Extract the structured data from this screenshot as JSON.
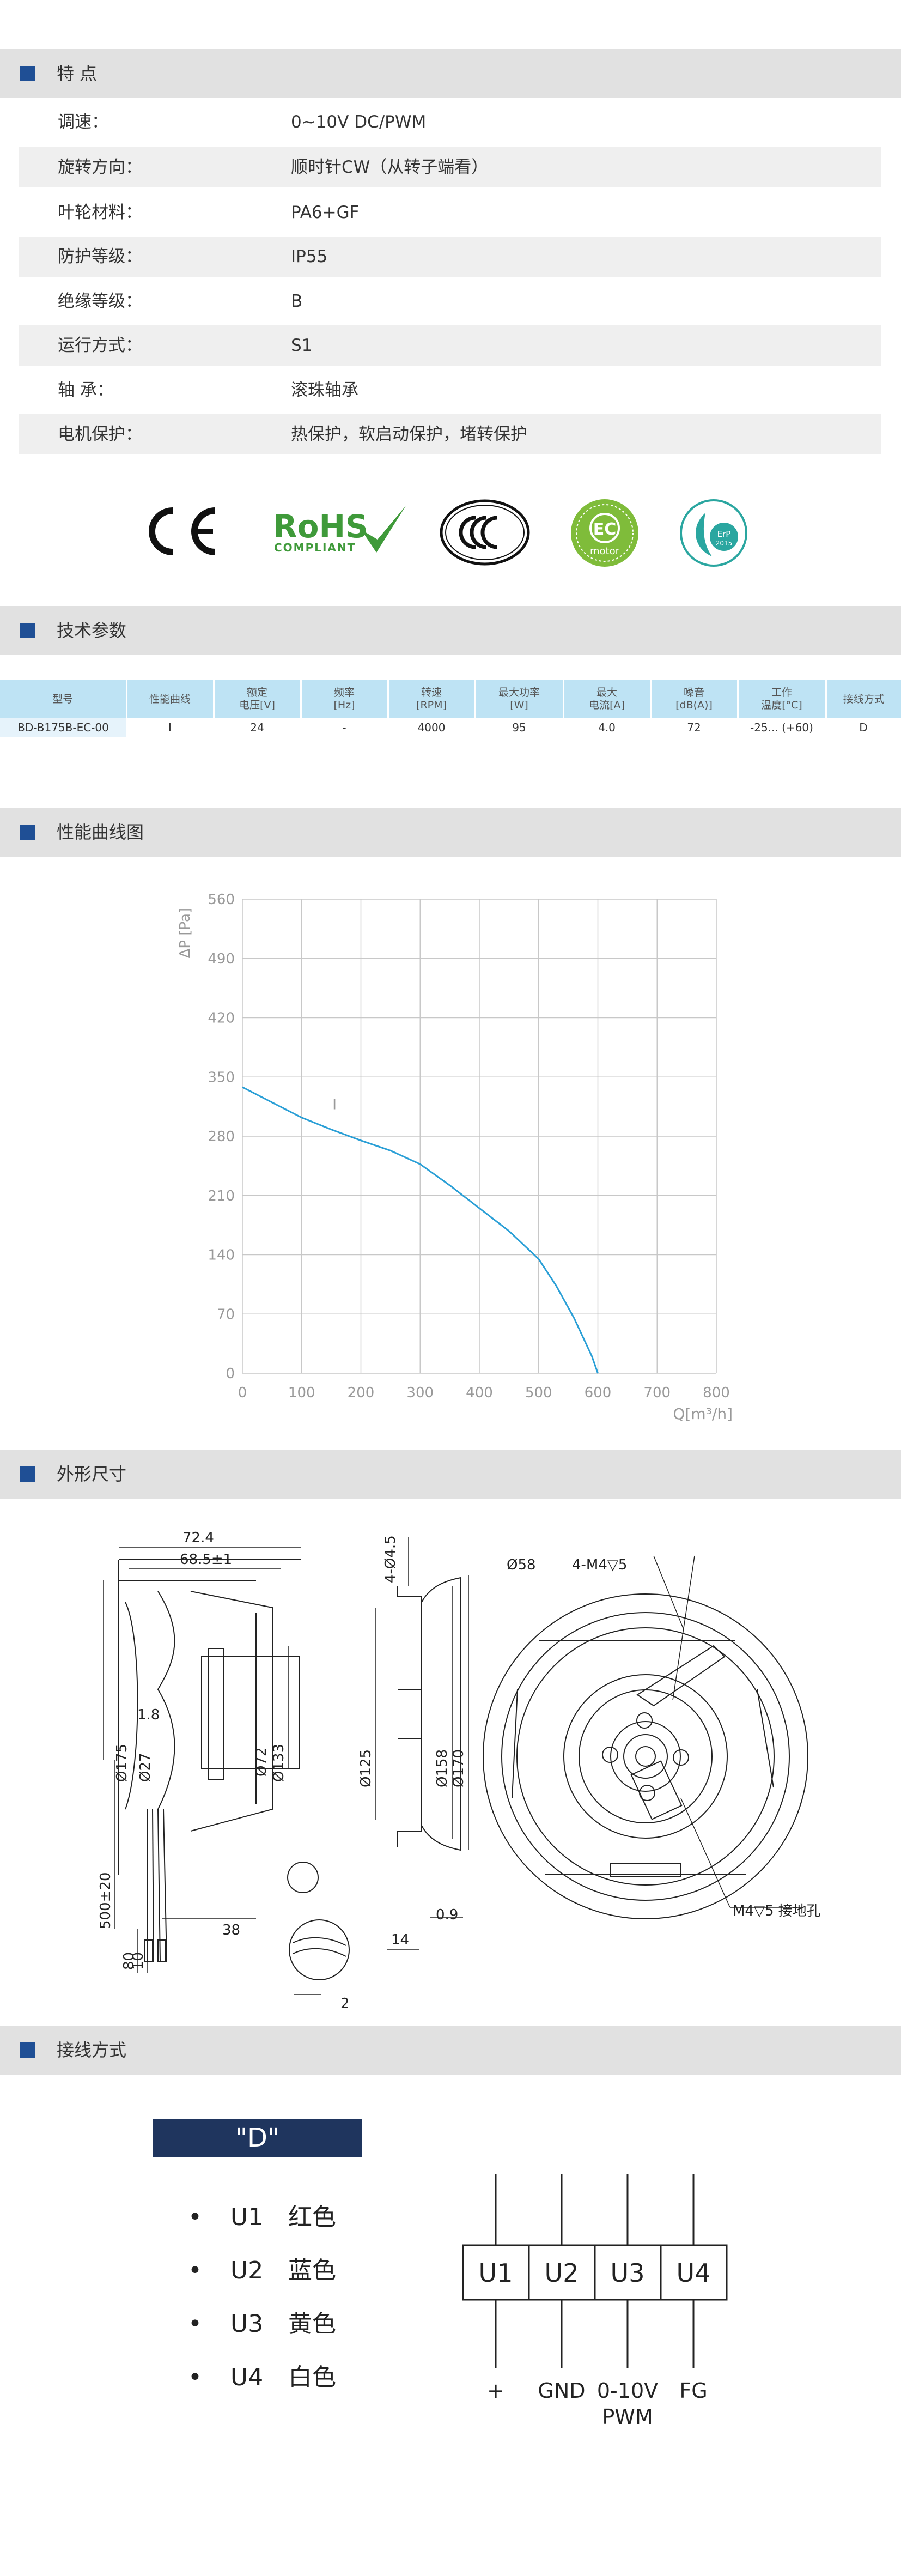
{
  "sections": {
    "features": "特 点",
    "tech": "技术参数",
    "curve": "性能曲线图",
    "dims": "外形尺寸",
    "wiring": "接线方式"
  },
  "features": [
    {
      "label": "调速：",
      "value": "0~10V DC/PWM"
    },
    {
      "label": "旋转方向：",
      "value": "顺时针CW（从转子端看）"
    },
    {
      "label": "叶轮材料：",
      "value": "PA6+GF"
    },
    {
      "label": "防护等级：",
      "value": "IP55"
    },
    {
      "label": "绝缘等级：",
      "value": "B"
    },
    {
      "label": "运行方式：",
      "value": "S1"
    },
    {
      "label": "轴 承：",
      "value": "滚珠轴承"
    },
    {
      "label": "电机保护：",
      "value": "热保护，软启动保护，堵转保护"
    }
  ],
  "certifications": {
    "ce": "CE",
    "rohs": "RoHS",
    "rohs_sub": "COMPLIANT",
    "ccc": "CCC",
    "ec": "EC",
    "ec_sub": "motor",
    "erp": "ErP",
    "erp_year": "2015"
  },
  "spec_table": {
    "headers": [
      [
        "型号"
      ],
      [
        "性能曲线"
      ],
      [
        "额定",
        "电压[V]"
      ],
      [
        "频率",
        "[Hz]"
      ],
      [
        "转速",
        "[RPM]"
      ],
      [
        "最大功率",
        "[W]"
      ],
      [
        "最大",
        "电流[A]"
      ],
      [
        "噪音",
        "[dB(A)]"
      ],
      [
        "工作",
        "温度[°C]"
      ],
      [
        "接线方式"
      ]
    ],
    "row": [
      "BD-B175B-EC-00",
      "I",
      "24",
      "-",
      "4000",
      "95",
      "4.0",
      "72",
      "-25... (+60)",
      "D"
    ]
  },
  "chart_data": {
    "type": "line",
    "title": "",
    "xlabel": "Q[m³/h]",
    "ylabel": "ΔP [Pa]",
    "xlim": [
      0,
      800
    ],
    "ylim": [
      0,
      560
    ],
    "x_ticks": [
      "0",
      "100",
      "200",
      "300",
      "400",
      "500",
      "600",
      "700",
      "800"
    ],
    "y_ticks": [
      "0",
      "70",
      "140",
      "210",
      "280",
      "350",
      "420",
      "490",
      "560"
    ],
    "grid": true,
    "curve_label": "I",
    "series": [
      {
        "color": "#2a9fd6",
        "x": [
          0,
          50,
          100,
          150,
          200,
          250,
          300,
          350,
          400,
          450,
          500,
          530,
          560,
          590,
          600
        ],
        "y": [
          338,
          320,
          302,
          288,
          275,
          263,
          247,
          222,
          195,
          168,
          135,
          103,
          65,
          20,
          0
        ]
      }
    ]
  },
  "dimensions": {
    "labels": [
      "72.4",
      "68.5±1",
      "4-Ø4.5",
      "1.8",
      "Ø27",
      "Ø175",
      "Ø72",
      "Ø133",
      "Ø125",
      "Ø158",
      "Ø170",
      "500±20",
      "38",
      "80",
      "10",
      "2",
      "14",
      "0.9",
      "Ø58",
      "4-M4▽5",
      "M4▽5  接地孔"
    ]
  },
  "wiring": {
    "type_label": "\"D\"",
    "colors": [
      {
        "pin": "U1",
        "color": "红色"
      },
      {
        "pin": "U2",
        "color": "蓝色"
      },
      {
        "pin": "U3",
        "color": "黄色"
      },
      {
        "pin": "U4",
        "color": "白色"
      }
    ],
    "terminals": [
      "U1",
      "U2",
      "U3",
      "U4"
    ],
    "functions": [
      "+",
      "GND",
      "0-10V\nPWM",
      "FG"
    ],
    "function_lines": [
      [
        "+"
      ],
      [
        "GND"
      ],
      [
        "0-10V",
        "PWM"
      ],
      [
        "FG"
      ]
    ],
    "bullet": "•"
  },
  "colors": {
    "accent": "#1f4f95",
    "section_bar": "#e1e1e1",
    "table_header": "#bee3f4",
    "curve": "#2a9fd6",
    "label_box": "#1f355e"
  }
}
